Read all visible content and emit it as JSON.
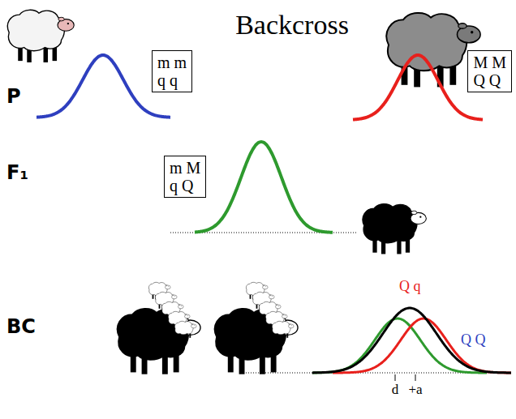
{
  "diagram": {
    "title": "Backcross",
    "nodes": [
      {
        "text": [
          "m m",
          "q q"
        ]
      },
      {
        "text": [
          "M M",
          "Q Q"
        ]
      },
      {
        "text": [
          "m M",
          "q Q"
        ]
      }
    ],
    "labels": [
      "P",
      "F₁",
      "BC",
      "Q q",
      "Q Q",
      "d",
      "+a"
    ]
  }
}
